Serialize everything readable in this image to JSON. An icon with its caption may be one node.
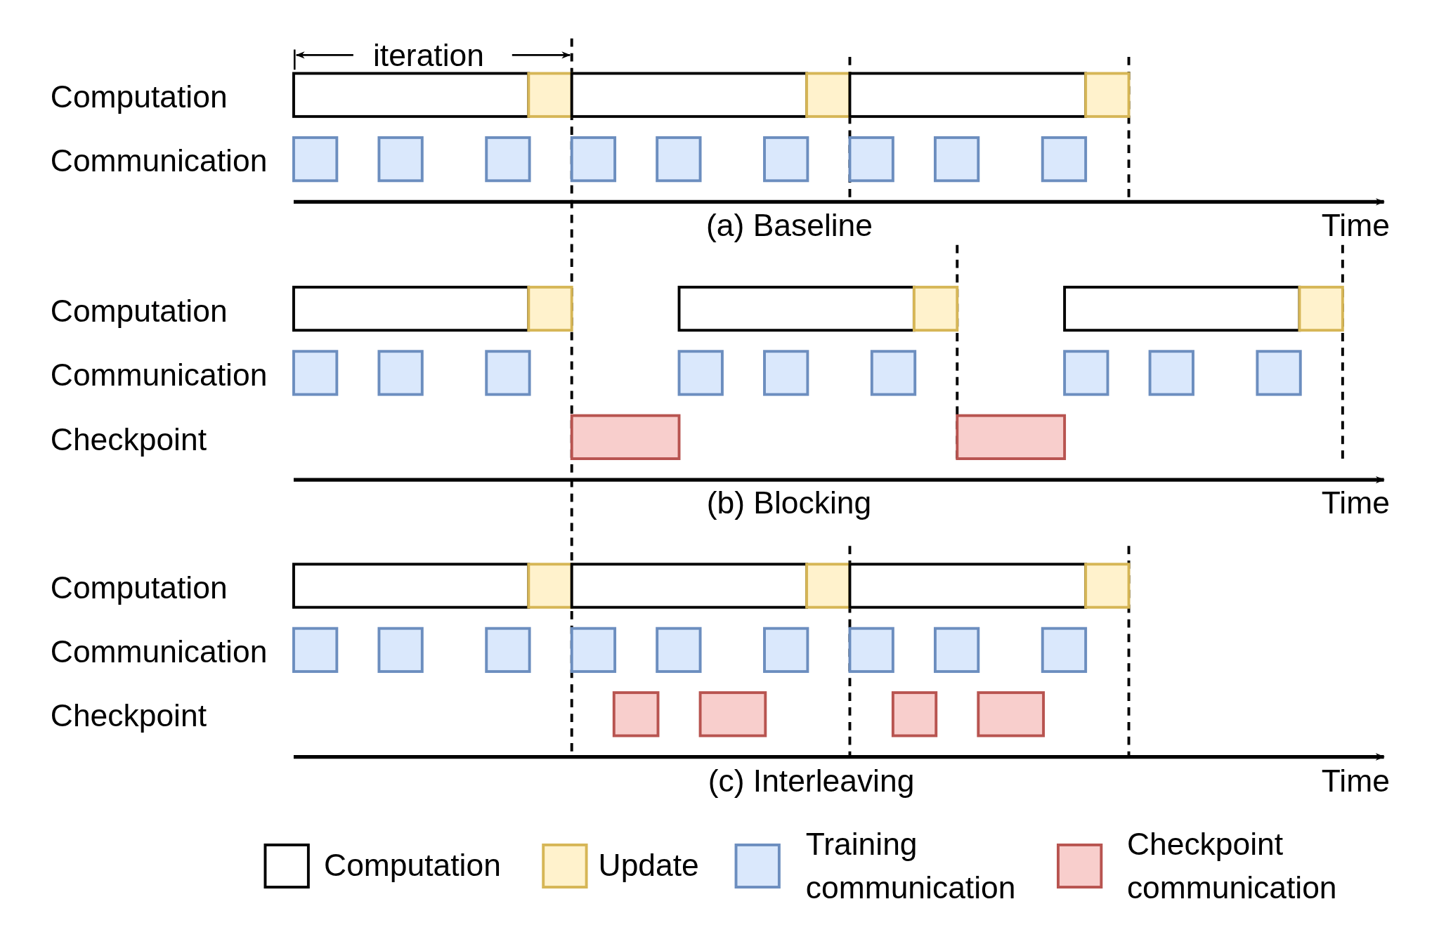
{
  "diagram": {
    "labels": [
      "iteration",
      "Computation",
      "Communication",
      "(a) Baseline",
      "Time",
      "Computation",
      "Communication",
      "Checkpoint",
      "(b) Blocking",
      "Time",
      "Computation",
      "Communication",
      "Checkpoint",
      "(c) Interleaving",
      "Time"
    ],
    "legend": [
      {
        "text": "Computation",
        "color": "#ffffff"
      },
      {
        "text": "Update",
        "color": "#fff2cc"
      },
      {
        "text": "Training communication",
        "color": "#dae8fc"
      },
      {
        "text": "Checkpoint communication",
        "color": "#f8cecc"
      }
    ]
  }
}
